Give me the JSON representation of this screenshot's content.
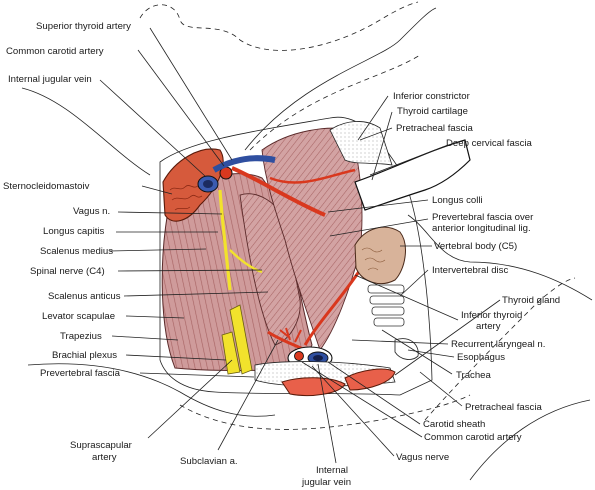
{
  "labels": {
    "superior_thyroid_artery": "Superior thyroid artery",
    "common_carotid_artery_top": "Common carotid artery",
    "internal_jugular_vein_top": "Internal jugular vein",
    "sternocleidomastoid": "Sternocleidomastoiv",
    "vagus_n": "Vagus n.",
    "longus_capitis": "Longus capitis",
    "scalenus_medius": "Scalenus medius",
    "spinal_nerve_c4": "Spinal nerve (C4)",
    "scalenus_anticus": "Scalenus anticus",
    "levator_scapulae": "Levator scapulae",
    "trapezius": "Trapezius",
    "brachial_plexus": "Brachial plexus",
    "prevertebral_fascia_left": "Prevertebral fascia",
    "suprascapular_artery": "Suprascapular\nartery",
    "subclavian_a": "Subclavian a.",
    "internal_jugular_vein_bottom": "Internal\njugular vein",
    "inferior_constrictor": "Inferior constrictor",
    "thyroid_cartilage": "Thyroid cartilage",
    "pretracheal_fascia_top": "Pretracheal fascia",
    "deep_cervical_fascia": "Deep cervical fascia",
    "longus_colli": "Longus colli",
    "prevertebral_fascia_over": "Prevertebral fascia over\nanterior longitudinal lig.",
    "vertebral_body_c5": "Vertebral body (C5)",
    "intervertebral_disc": "Intervertebral disc",
    "thyroid_gland": "Thyroid gland",
    "inferior_thyroid_artery": "Inferior thyroid\nartery",
    "recurrent_laryngeal_n": "Recurrent laryngeal n.",
    "esophagus": "Esophagus",
    "trachea": "Trachea",
    "pretracheal_fascia_bottom": "Pretracheal fascia",
    "carotid_sheath": "Carotid sheath",
    "common_carotid_artery_bottom": "Common carotid artery",
    "vagus_nerve": "Vagus nerve"
  },
  "colors": {
    "muscle": "#c98e8e",
    "muscle_dark": "#a25f5f",
    "artery": "#d9381e",
    "vein": "#2f4fa0",
    "nerve": "#f2e22c",
    "gland": "#e8604a",
    "bone": "#d8b39a",
    "outline": "#111111"
  }
}
